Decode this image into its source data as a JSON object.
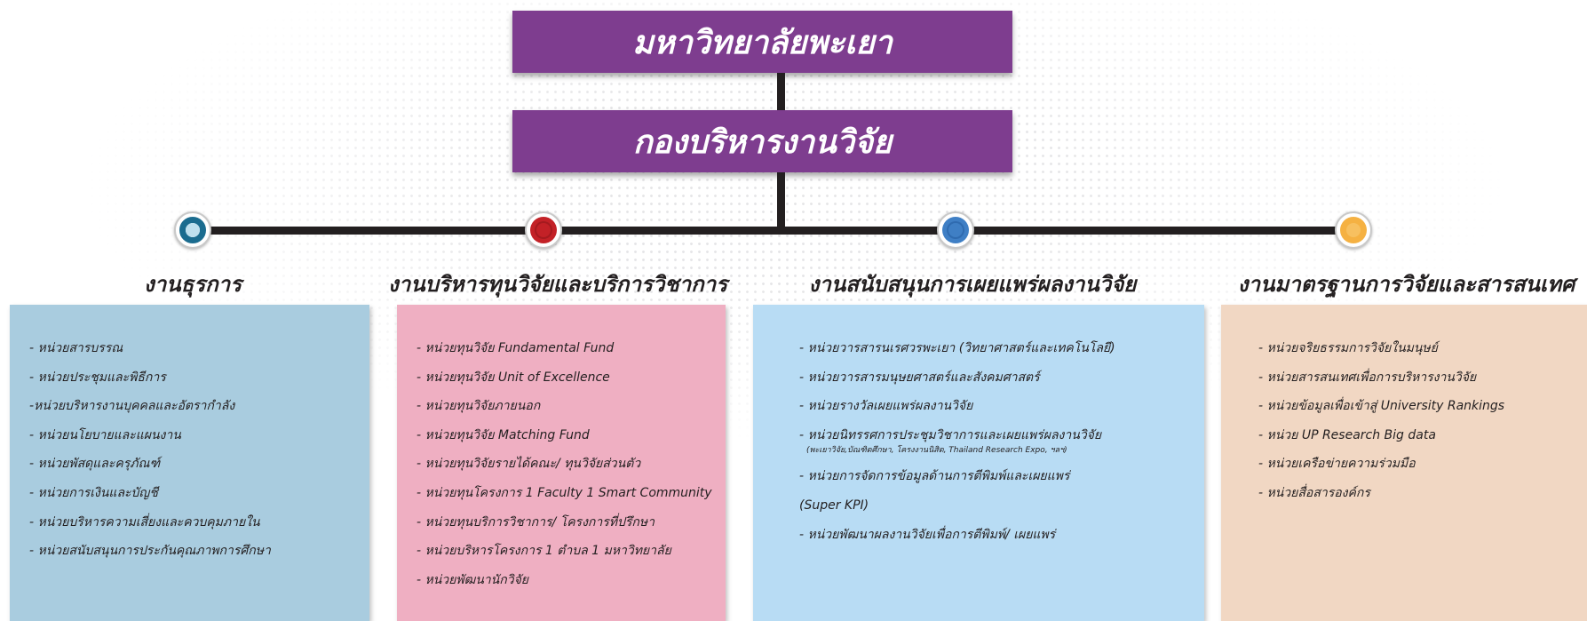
{
  "colors": {
    "title_bg": "#7e3d8f",
    "line": "#231f20",
    "box1": "#a9ccdf",
    "box2": "#efafc2",
    "box3": "#b8dcf4",
    "box4": "#f1d7c3",
    "node1": "#1b6c8f",
    "node2": "#c32127",
    "node3": "#3f7fc5",
    "node4": "#f5b142"
  },
  "university": "มหาวิทยาลัยพะเยา",
  "division": "กองบริหารงานวิจัย",
  "branches": [
    {
      "title": "งานธุรการ",
      "items": [
        "- หน่วยสารบรรณ",
        "- หน่วยประชุมและพิธีการ",
        "-หน่วยบริหารงานบุคคลและอัตรากำลัง",
        "- หน่วยนโยบายและแผนงาน",
        "- หน่วยพัสดุและครุภัณฑ์",
        "- หน่วยการเงินและบัญชี",
        "- หน่วยบริหารความเสี่ยงและควบคุมภายใน",
        "- หน่วยสนับสนุนการประกันคุณภาพการศึกษา"
      ]
    },
    {
      "title": "งานบริหารทุนวิจัยและบริการวิชาการ",
      "items": [
        "- หน่วยทุนวิจัย Fundamental Fund",
        "- หน่วยทุนวิจัย Unit of Excellence",
        "- หน่วยทุนวิจัยภายนอก",
        "- หน่วยทุนวิจัย Matching Fund",
        "- หน่วยทุนวิจัยรายได้คณะ/ ทุนวิจัยส่วนตัว",
        "- หน่วยทุนโครงการ 1 Faculty 1 Smart Community",
        "- หน่วยทุนบริการวิชาการ/ โครงการที่ปรึกษา",
        "- หน่วยบริหารโครงการ 1 ตำบล 1 มหาวิทยาลัย",
        "- หน่วยพัฒนานักวิจัย"
      ]
    },
    {
      "title": "งานสนับสนุนการเผยแพร่ผลงานวิจัย",
      "items": [
        "- หน่วยวารสารนเรศวรพะเยา (วิทยาศาสตร์และเทคโนโลยี)",
        "- หน่วยวารสารมนุษยศาสตร์และสังคมศาสตร์",
        "- หน่วยรางวัลเผยแพร่ผลงานวิจัย",
        "- หน่วยนิทรรศการประชุมวิชาการและเผยแพร่ผลงานวิจัย",
        "- หน่วยการจัดการข้อมูลด้านการตีพิมพ์และเผยแพร่",
        "(Super KPI)",
        "- หน่วยพัฒนาผลงานวิจัยเพื่อการตีพิมพ์/ เผยแพร่"
      ],
      "sub_note": "(พะเยาวิจัย,บัณฑิตศึกษา, โครงงานนิสิต, Thailand Research Expo, ฯลฯ)"
    },
    {
      "title": "งานมาตรฐานการวิจัยและสารสนเทศ",
      "items": [
        "- หน่วยจริยธรรมการวิจัยในมนุษย์",
        "- หน่วยสารสนเทศเพื่อการบริหารงานวิจัย",
        "- หน่วยข้อมูลเพื่อเข้าสู่ University Rankings",
        "- หน่วย UP Research Big data",
        "- หน่วยเครือข่ายความร่วมมือ",
        "- หน่วยสื่อสารองค์กร"
      ]
    }
  ]
}
